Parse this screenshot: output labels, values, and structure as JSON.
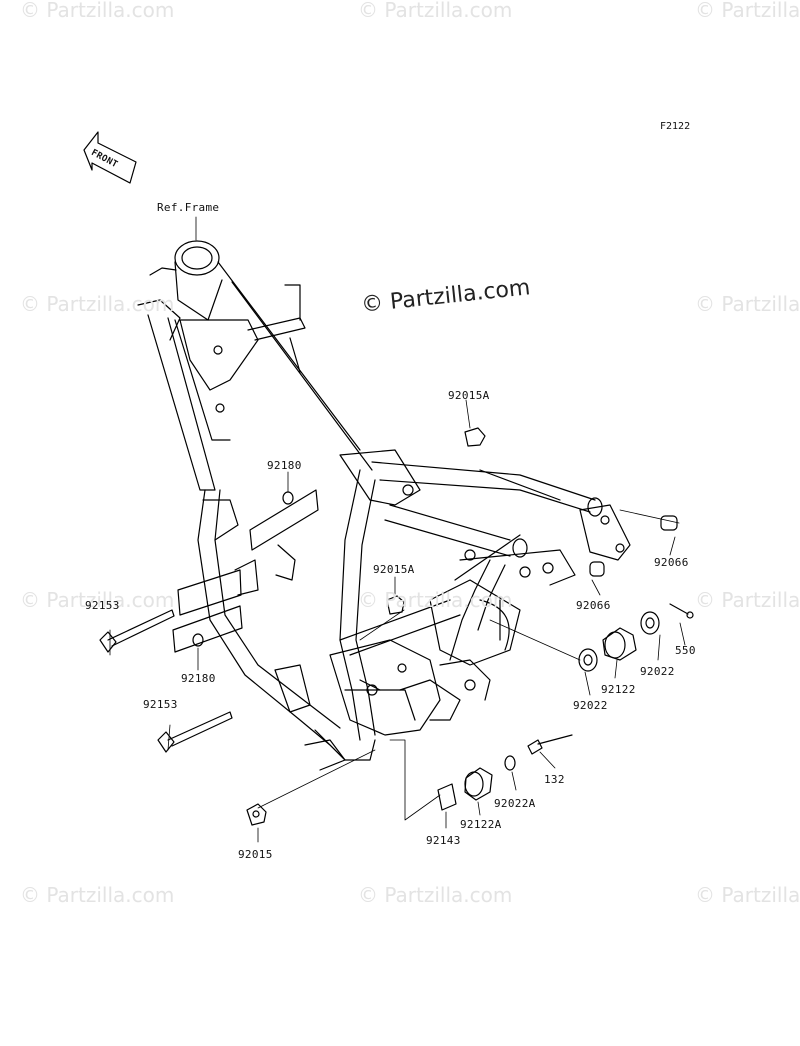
{
  "figure_code": "F2122",
  "front_arrow_label": "FRONT",
  "watermark": "© Partzilla.com",
  "main_watermark": "© Partzilla.com",
  "ref_frame_label": "Ref.Frame",
  "parts": [
    {
      "id": "92015A",
      "label": "92015A"
    },
    {
      "id": "92180",
      "label": "92180"
    },
    {
      "id": "92066a",
      "label": "92066"
    },
    {
      "id": "92015A-2",
      "label": "92015A"
    },
    {
      "id": "92066b",
      "label": "92066"
    },
    {
      "id": "92153a",
      "label": "92153"
    },
    {
      "id": "550",
      "label": "550"
    },
    {
      "id": "92180b",
      "label": "92180"
    },
    {
      "id": "92022a",
      "label": "92022"
    },
    {
      "id": "92122",
      "label": "92122"
    },
    {
      "id": "92022b",
      "label": "92022"
    },
    {
      "id": "92153b",
      "label": "92153"
    },
    {
      "id": "132",
      "label": "132"
    },
    {
      "id": "92022A",
      "label": "92022A"
    },
    {
      "id": "92122A",
      "label": "92122A"
    },
    {
      "id": "92143",
      "label": "92143"
    },
    {
      "id": "92015",
      "label": "92015"
    }
  ]
}
